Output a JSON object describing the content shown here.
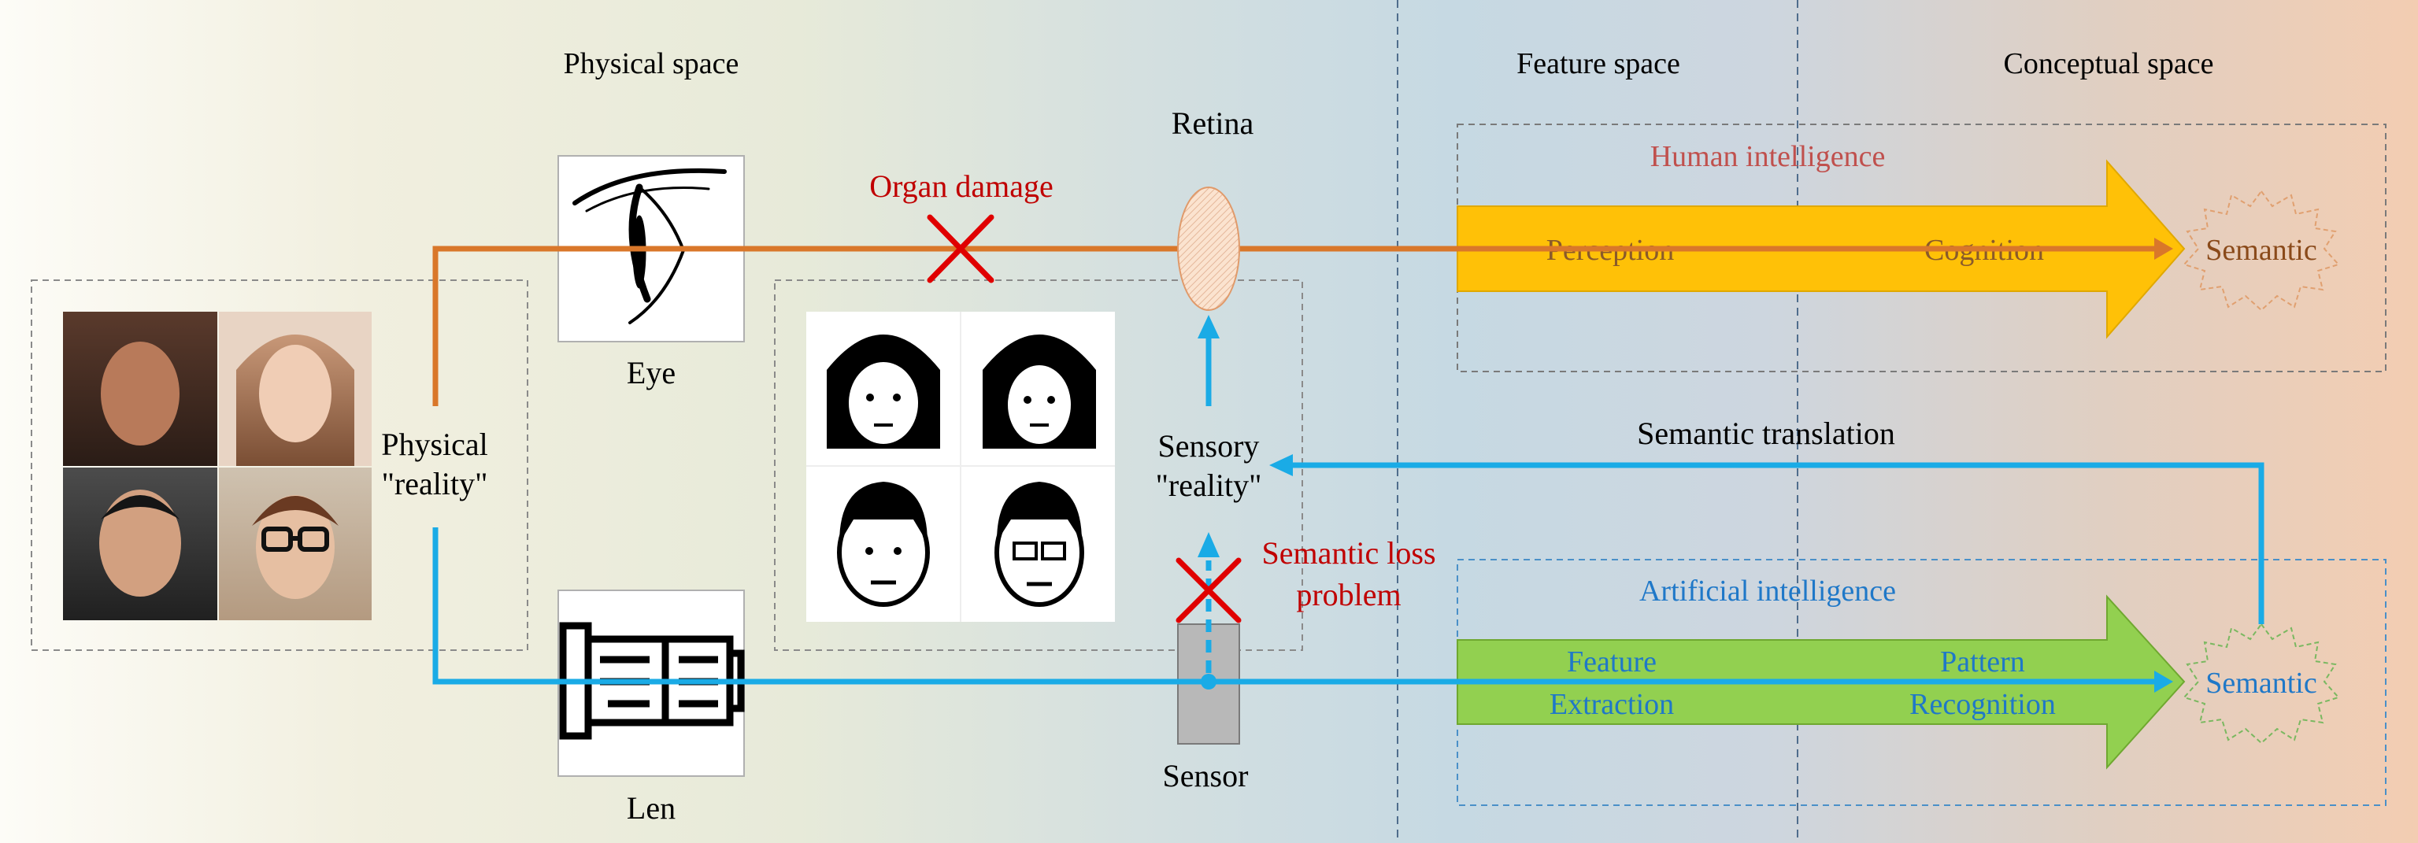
{
  "headers": {
    "physical_space": "Physical space",
    "feature_space": "Feature space",
    "conceptual_space": "Conceptual space"
  },
  "labels": {
    "retina": "Retina",
    "eye": "Eye",
    "len": "Len",
    "sensor": "Sensor",
    "physical_reality_line1": "Physical",
    "physical_reality_line2": "\"reality\"",
    "sensory_reality_line1": "Sensory",
    "sensory_reality_line2": "\"reality\"",
    "semantic_translation": "Semantic translation"
  },
  "annotations": {
    "organ_damage": "Organ damage",
    "semantic_loss_line1": "Semantic loss",
    "semantic_loss_line2": "problem"
  },
  "human": {
    "title": "Human intelligence",
    "perception": "Perception",
    "cognition": "Cognition",
    "semantic": "Semantic"
  },
  "artificial": {
    "title": "Artificial intelligence",
    "feature_line1": "Feature",
    "feature_line2": "Extraction",
    "pattern_line1": "Pattern",
    "pattern_line2": "Recognition",
    "semantic": "Semantic"
  },
  "colors": {
    "orange_path": "#d9772a",
    "blue_path": "#1aabe6",
    "human_arrow": "#ffc107",
    "ai_arrow": "#92d050",
    "red_annotation": "#c00000",
    "human_title": "#c0504d",
    "ai_title": "#1f78c8"
  },
  "images": {
    "photos": [
      "woman-photo-1",
      "woman-photo-2",
      "man-photo-1",
      "man-photo-2"
    ],
    "sketches": [
      "woman-sketch-1",
      "woman-sketch-2",
      "man-sketch-1",
      "man-sketch-2"
    ]
  }
}
